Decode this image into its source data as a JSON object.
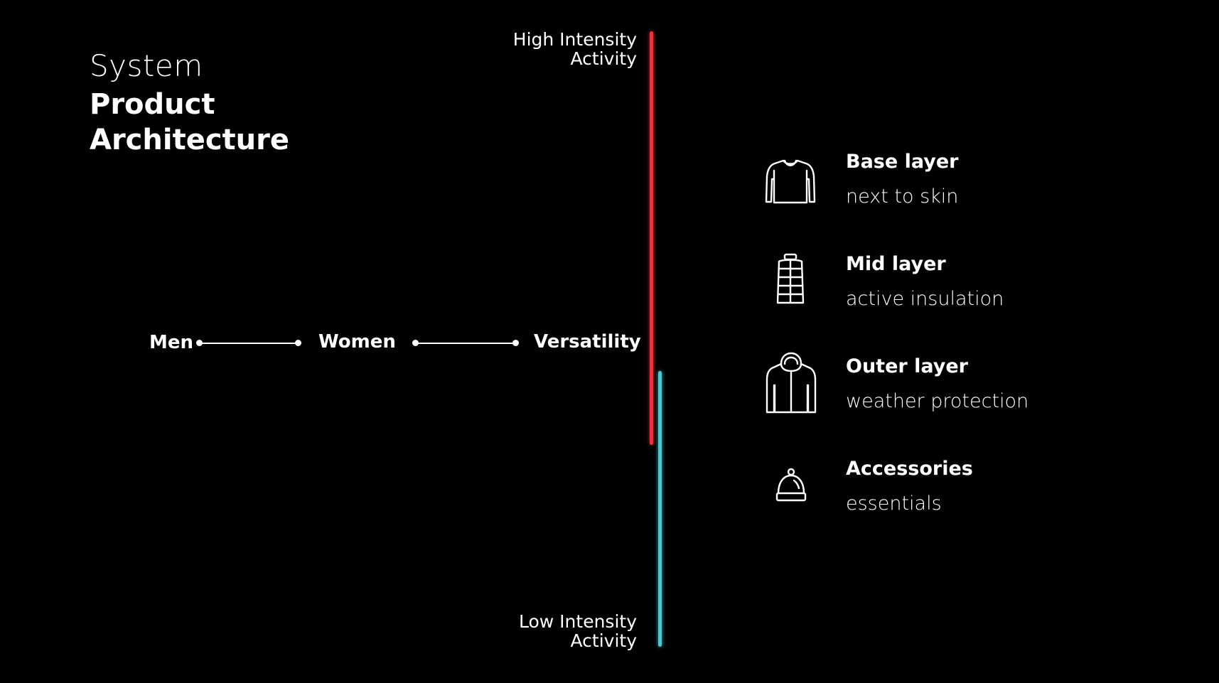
{
  "title": {
    "line1": "System",
    "line2": "Product",
    "line3": "Architecture"
  },
  "intensity_axis": {
    "high_line1": "High Intensity",
    "high_line2": "Activity",
    "low_line1": "Low Intensity",
    "low_line2": "Activity",
    "high_color": "#e8323c",
    "low_color": "#4fc6cf"
  },
  "scale": {
    "left": "Men",
    "middle": "Women",
    "right": "Versatility"
  },
  "layers": [
    {
      "icon": "long-sleeve-shirt-icon",
      "title": "Base layer",
      "subtitle": "next to skin"
    },
    {
      "icon": "quilted-vest-icon",
      "title": "Mid layer",
      "subtitle": "active insulation"
    },
    {
      "icon": "hooded-jacket-icon",
      "title": "Outer layer",
      "subtitle": "weather protection"
    },
    {
      "icon": "beanie-hat-icon",
      "title": "Accessories",
      "subtitle": "essentials"
    }
  ]
}
